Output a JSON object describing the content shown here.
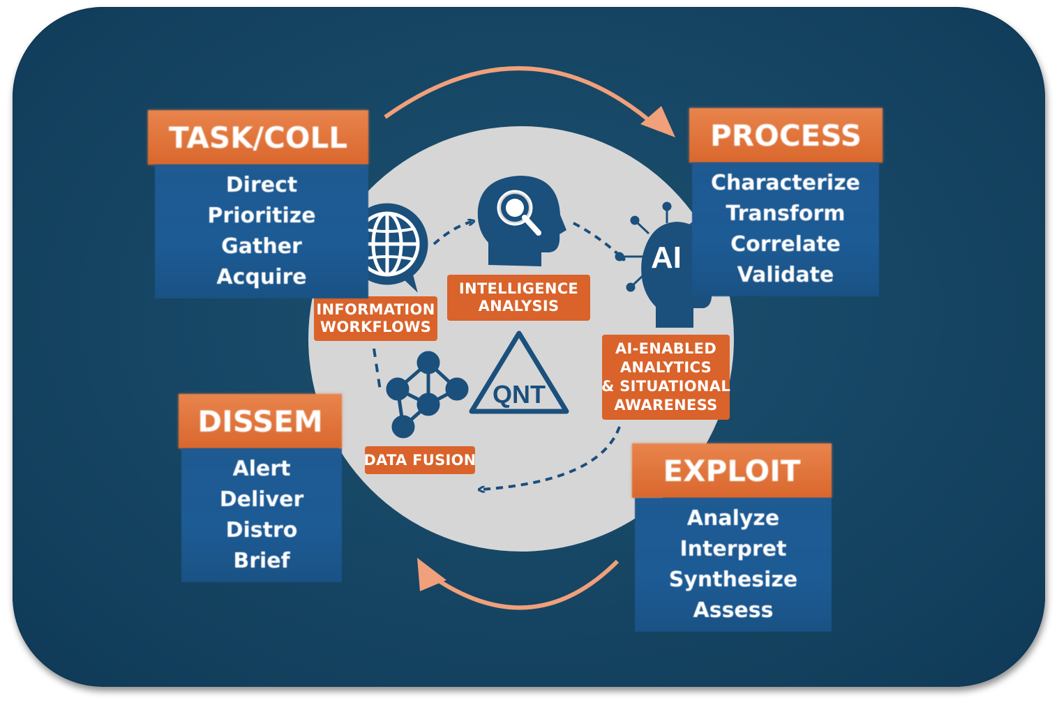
{
  "stages": {
    "task": {
      "title": "TASK/COLL",
      "items": [
        "Direct",
        "Prioritize",
        "Gather",
        "Acquire"
      ]
    },
    "process": {
      "title": "PROCESS",
      "items": [
        "Characterize",
        "Transform",
        "Correlate",
        "Validate"
      ]
    },
    "exploit": {
      "title": "EXPLOIT",
      "items": [
        "Analyze",
        "Interpret",
        "Synthesize",
        "Assess"
      ]
    },
    "dissem": {
      "title": "DISSEM",
      "items": [
        "Alert",
        "Deliver",
        "Distro",
        "Brief"
      ]
    }
  },
  "center": {
    "information_workflows": [
      "INFORMATION",
      "WORKFLOWS"
    ],
    "intelligence_analysis": [
      "INTELLIGENCE",
      "ANALYSIS"
    ],
    "ai_enabled": [
      "AI-ENABLED",
      "ANALYTICS",
      "& SITUATIONAL",
      "AWARENESS"
    ],
    "data_fusion": "DATA FUSION",
    "ai_label": "AI",
    "qnt_label": "QNT"
  },
  "icons": [
    "globe-icon",
    "head-magnifier-icon",
    "ai-head-icon",
    "network-graph-icon",
    "qnt-triangle-icon"
  ],
  "colors": {
    "panel": "#164866",
    "orange": "#d9632b",
    "peach_arrow": "#f0a07a",
    "navy_icon": "#1b4f7c",
    "stage_body": "#1f5a92",
    "circle": "#d6d6d6"
  }
}
